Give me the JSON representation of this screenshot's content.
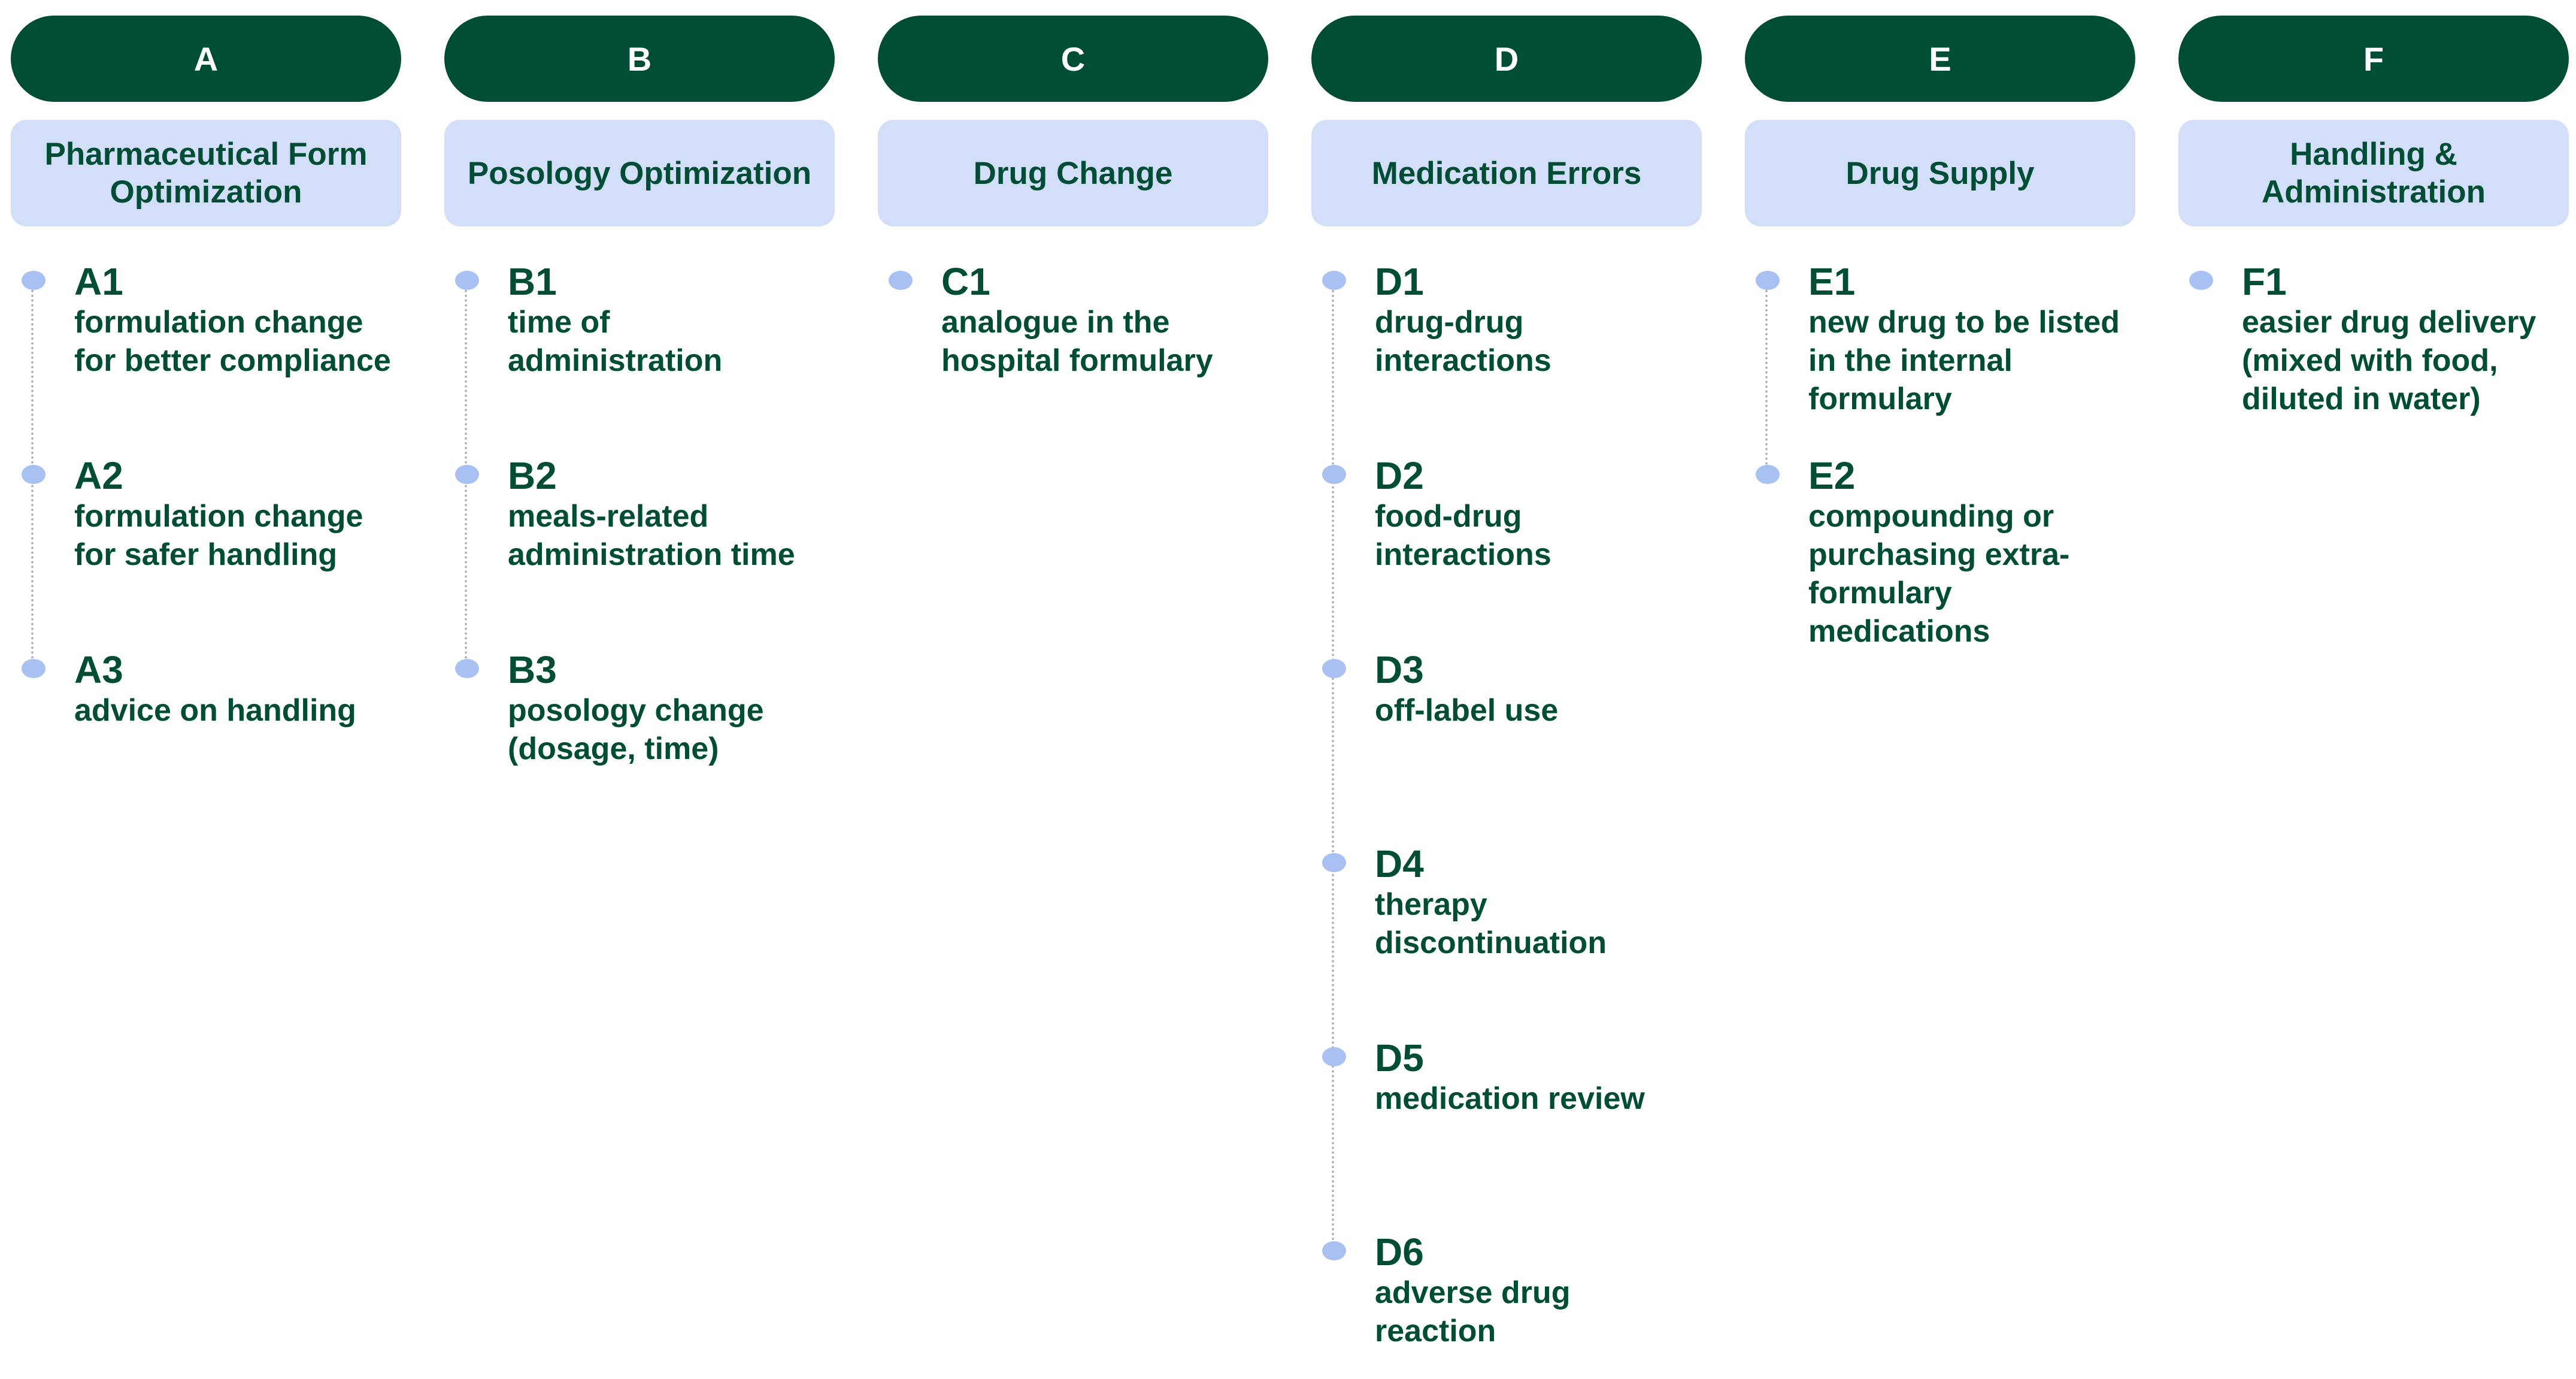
{
  "columns": [
    {
      "letter": "A",
      "category": "Pharmaceutical Form Optimization",
      "items": [
        {
          "code": "A1",
          "text": "formulation change for better compliance"
        },
        {
          "code": "A2",
          "text": "formulation change for safer handling"
        },
        {
          "code": "A3",
          "text": "advice on handling"
        }
      ]
    },
    {
      "letter": "B",
      "category": "Posology Optimization",
      "items": [
        {
          "code": "B1",
          "text": "time of administration"
        },
        {
          "code": "B2",
          "text": "meals-related administration time"
        },
        {
          "code": "B3",
          "text": "posology change (dosage, time)"
        }
      ]
    },
    {
      "letter": "C",
      "category": "Drug Change",
      "items": [
        {
          "code": "C1",
          "text": "analogue in the hospital formulary"
        }
      ]
    },
    {
      "letter": "D",
      "category": "Medication Errors",
      "items": [
        {
          "code": "D1",
          "text": "drug-drug interactions"
        },
        {
          "code": "D2",
          "text": "food-drug interactions"
        },
        {
          "code": "D3",
          "text": "off-label use"
        },
        {
          "code": "D4",
          "text": "therapy discontinuation"
        },
        {
          "code": "D5",
          "text": "medication review"
        },
        {
          "code": "D6",
          "text": "adverse drug reaction"
        }
      ]
    },
    {
      "letter": "E",
      "category": "Drug Supply",
      "items": [
        {
          "code": "E1",
          "text": "new drug to be listed in the internal formulary"
        },
        {
          "code": "E2",
          "text": "compounding or purchasing extra-formulary medications"
        }
      ]
    },
    {
      "letter": "F",
      "category": "Handling & Administration",
      "items": [
        {
          "code": "F1",
          "text": "easier drug delivery (mixed with food, diluted in water)"
        }
      ]
    }
  ]
}
